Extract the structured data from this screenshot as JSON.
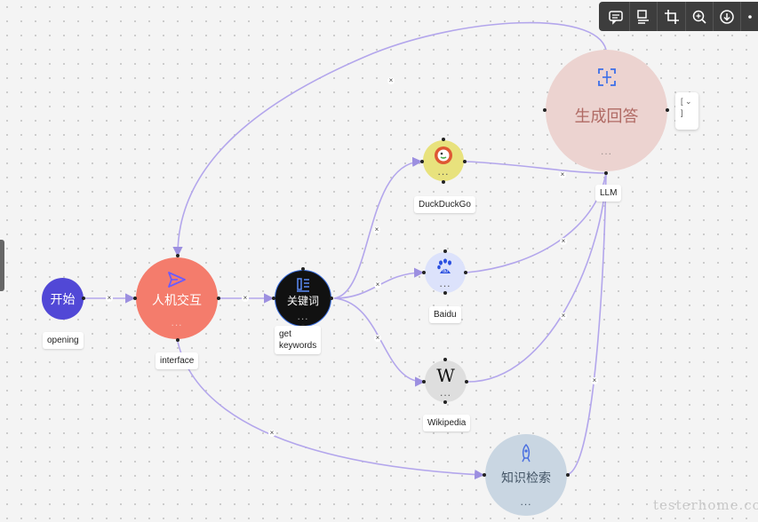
{
  "toolbar": {
    "buttons": [
      "comment-icon",
      "align-icon",
      "crop-icon",
      "zoom-in-icon",
      "download-icon",
      "more-icon"
    ]
  },
  "nodes": {
    "start": {
      "title": "开始",
      "label": "opening",
      "color": "#5148d6"
    },
    "interaction": {
      "title": "人机交互",
      "dots": "...",
      "label": "interface",
      "color": "#f47c6c"
    },
    "keywords": {
      "title": "关键词",
      "dots": "...",
      "label_line1": "get",
      "label_line2": "keywords",
      "color": "#111111"
    },
    "duckduckgo": {
      "dots": "...",
      "label": "DuckDuckGo",
      "color": "#e8e27d"
    },
    "baidu": {
      "dots": "...",
      "label": "Baidu",
      "color": "#dce2fb"
    },
    "wikipedia": {
      "glyph": "W",
      "dots": "...",
      "label": "Wikipedia",
      "color": "#dedede"
    },
    "answer": {
      "title": "生成回答",
      "dots": "...",
      "label": "LLM",
      "color": "#ecd3d0"
    },
    "retrieval": {
      "title": "知识检索",
      "dots": "...",
      "color": "#c9d6e2"
    }
  },
  "json_card": {
    "line1": "[ ⌄",
    "line2": "]"
  },
  "watermark": "testerhome.com",
  "edge_color": "#a99ae6"
}
